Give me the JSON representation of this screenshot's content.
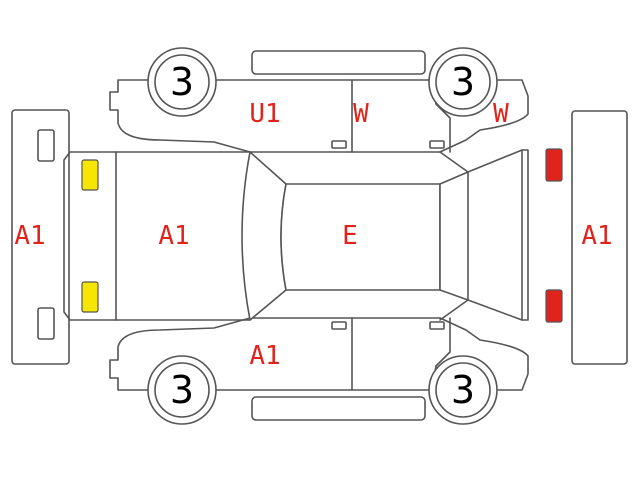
{
  "colors": {
    "outline": "#555555",
    "code_text": "#e0241c",
    "tire_text": "#000000",
    "headlamp": "#f7e600",
    "taillamp": "#e0241c"
  },
  "tires": {
    "front_left": "3",
    "front_right": "3",
    "rear_left": "3",
    "rear_right": "3"
  },
  "damage_codes": {
    "front_bumper": "A1",
    "hood": "A1",
    "roof": "E",
    "rear_bumper": "A1",
    "upper_front_door": "U1",
    "upper_rear_door": "W",
    "upper_rear_fender": "W",
    "lower_front_door": "A1"
  },
  "lamps": {
    "headlamps": {
      "color_key": "headlamp"
    },
    "taillamps": {
      "color_key": "taillamp"
    }
  }
}
